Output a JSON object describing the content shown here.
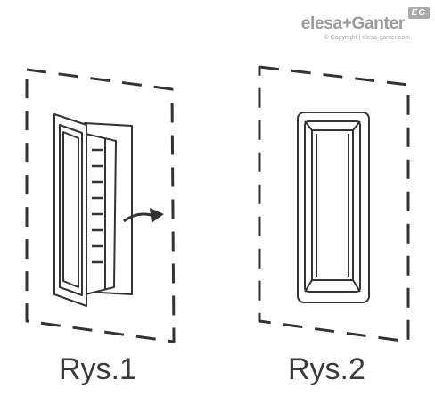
{
  "logo": {
    "badge": "EG",
    "name": "elesa+Ganter",
    "copyright": "© Copyright | elesa-ganter.com"
  },
  "figures": [
    {
      "caption": "Rys.1",
      "state": "open"
    },
    {
      "caption": "Rys.2",
      "state": "closed"
    }
  ],
  "colors": {
    "line": "#333333",
    "logo": "#9a9a9a",
    "text": "#3a3a3a"
  }
}
